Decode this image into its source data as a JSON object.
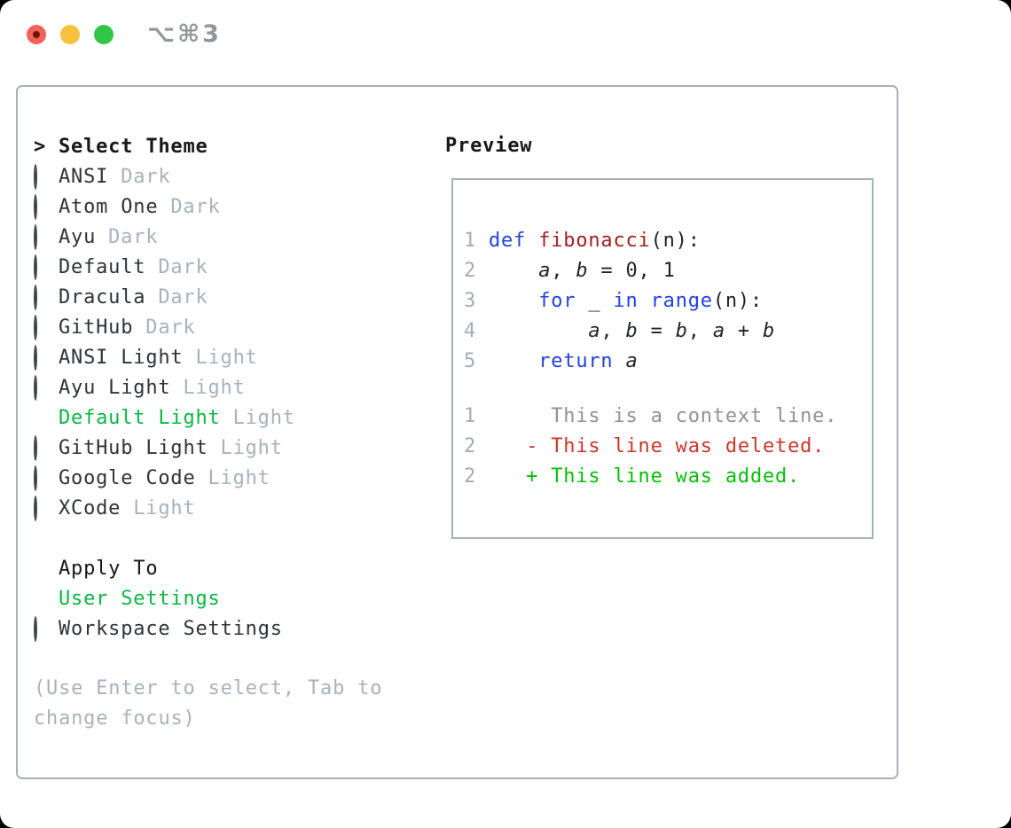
{
  "window": {
    "title": "⌥⌘3"
  },
  "colors": {
    "accent_green": "#0ab743",
    "keyword_blue": "#2440e0",
    "function_red": "#a32121",
    "diff_deleted_red": "#cb3629",
    "diff_added_green": "#09be09",
    "dim_gray": "#a8b2bc",
    "border_gray": "#a8b0b9",
    "traffic_close": "#f4605a",
    "traffic_minimize": "#f7c03e",
    "traffic_zoom": "#32c649"
  },
  "theme_picker": {
    "header_prefix": ">",
    "header": "Select Theme",
    "items": [
      {
        "name": "ANSI",
        "tag": "Dark",
        "selected": false
      },
      {
        "name": "Atom One",
        "tag": "Dark",
        "selected": false
      },
      {
        "name": "Ayu",
        "tag": "Dark",
        "selected": false
      },
      {
        "name": "Default",
        "tag": "Dark",
        "selected": false
      },
      {
        "name": "Dracula",
        "tag": "Dark",
        "selected": false
      },
      {
        "name": "GitHub",
        "tag": "Dark",
        "selected": false
      },
      {
        "name": "ANSI Light",
        "tag": "Light",
        "selected": false
      },
      {
        "name": "Ayu Light",
        "tag": "Light",
        "selected": false
      },
      {
        "name": "Default Light",
        "tag": "Light",
        "selected": true
      },
      {
        "name": "GitHub Light",
        "tag": "Light",
        "selected": false
      },
      {
        "name": "Google Code",
        "tag": "Light",
        "selected": false
      },
      {
        "name": "XCode",
        "tag": "Light",
        "selected": false
      }
    ]
  },
  "apply_to": {
    "header": "Apply To",
    "items": [
      {
        "name": "User Settings",
        "selected": true
      },
      {
        "name": "Workspace Settings",
        "selected": false
      }
    ]
  },
  "hint": "(Use Enter to select, Tab to change focus)",
  "preview": {
    "title": "Preview",
    "code_lines": [
      {
        "num": "1",
        "tokens": [
          {
            "t": "def ",
            "c": "kw"
          },
          {
            "t": "fibonacci",
            "c": "fn"
          },
          {
            "t": "(n):",
            "c": "plain"
          }
        ]
      },
      {
        "num": "2",
        "tokens": [
          {
            "t": "    ",
            "c": "plain"
          },
          {
            "t": "a",
            "c": "var"
          },
          {
            "t": ", ",
            "c": "plain"
          },
          {
            "t": "b",
            "c": "var"
          },
          {
            "t": " = 0, 1",
            "c": "plain"
          }
        ]
      },
      {
        "num": "3",
        "tokens": [
          {
            "t": "    ",
            "c": "plain"
          },
          {
            "t": "for",
            "c": "kw"
          },
          {
            "t": " _ ",
            "c": "plain"
          },
          {
            "t": "in",
            "c": "kw"
          },
          {
            "t": " ",
            "c": "plain"
          },
          {
            "t": "range",
            "c": "kw"
          },
          {
            "t": "(n):",
            "c": "plain"
          }
        ]
      },
      {
        "num": "4",
        "tokens": [
          {
            "t": "        ",
            "c": "plain"
          },
          {
            "t": "a",
            "c": "var"
          },
          {
            "t": ", ",
            "c": "plain"
          },
          {
            "t": "b",
            "c": "var"
          },
          {
            "t": " = ",
            "c": "plain"
          },
          {
            "t": "b",
            "c": "var"
          },
          {
            "t": ", ",
            "c": "plain"
          },
          {
            "t": "a",
            "c": "var"
          },
          {
            "t": " + ",
            "c": "plain"
          },
          {
            "t": "b",
            "c": "var"
          }
        ]
      },
      {
        "num": "5",
        "tokens": [
          {
            "t": "    ",
            "c": "plain"
          },
          {
            "t": "return",
            "c": "kw"
          },
          {
            "t": " ",
            "c": "plain"
          },
          {
            "t": "a",
            "c": "var"
          }
        ]
      }
    ],
    "diff_lines": [
      {
        "num": "1",
        "tokens": [
          {
            "t": "     This is a context line.",
            "c": "ctx"
          }
        ]
      },
      {
        "num": "2",
        "tokens": [
          {
            "t": "   ",
            "c": "plain"
          },
          {
            "t": "- This line was deleted.",
            "c": "del"
          }
        ]
      },
      {
        "num": "2",
        "tokens": [
          {
            "t": "   ",
            "c": "plain"
          },
          {
            "t": "+ This line was added.",
            "c": "add"
          }
        ]
      }
    ]
  }
}
